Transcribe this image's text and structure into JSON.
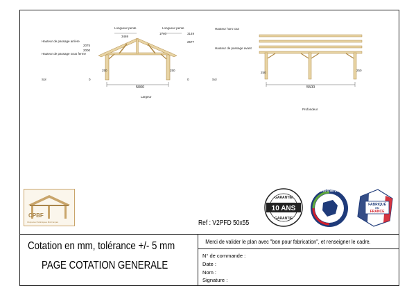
{
  "front_view": {
    "labels": {
      "longueur_pente_left": "Longueur pente",
      "longueur_pente_right": "Longueur pente",
      "hauteur_arriere": "Hauteur de passage arrière",
      "hauteur_sous_ferme": "Hauteur de passage sous ferme",
      "sol": "Sol",
      "hauteur_hors_tout": "Hauteur hors tout",
      "hauteur_avant": "Hauteur de passage avant",
      "sol_right": "Sol"
    },
    "dims": {
      "pente_left": "3469",
      "pente_right": "1740",
      "h_arriere": "2075",
      "h_sous_ferme": "2000",
      "zero_left": "0",
      "zero_right": "0",
      "hors_tout": "3149",
      "h_avant": "2577",
      "post_left": "250",
      "post_right": "250",
      "width": "5000"
    },
    "caption": "Largeur"
  },
  "side_view": {
    "dims": {
      "post_left": "250",
      "post_right": "250",
      "depth": "5500"
    },
    "caption": "Profondeur"
  },
  "logos": {
    "cpbf": "CPBF",
    "cpbf_sub": "Charpentes Préfabriquées Bois Français",
    "garantie_top": "GARANTIE",
    "garantie_years": "10 ANS",
    "garantie_bottom": "GARANTIE",
    "bois_francais": "bois-français",
    "fabrique_line1": "FABRIQUÉ",
    "fabrique_line2": "EN",
    "fabrique_line3": "FRANCE"
  },
  "reference": "Ref : V2PFD 50x55",
  "cartouche": {
    "cotation": "Cotation en mm, tolérance +/- 5 mm",
    "page_title": "PAGE  COTATION GENERALE",
    "merci": "Merci de valider le plan avec \"bon pour fabrication\", et renseigner le cadre.",
    "fields": {
      "commande": "N° de commande :",
      "date": "Date :",
      "nom": "Nom :",
      "signature": "Signature :"
    }
  },
  "colors": {
    "wood": "#e8d4a4",
    "wood_stroke": "#b08a48",
    "green": "#5fa83a",
    "navy": "#1f3b7a",
    "red": "#d21f2b"
  }
}
